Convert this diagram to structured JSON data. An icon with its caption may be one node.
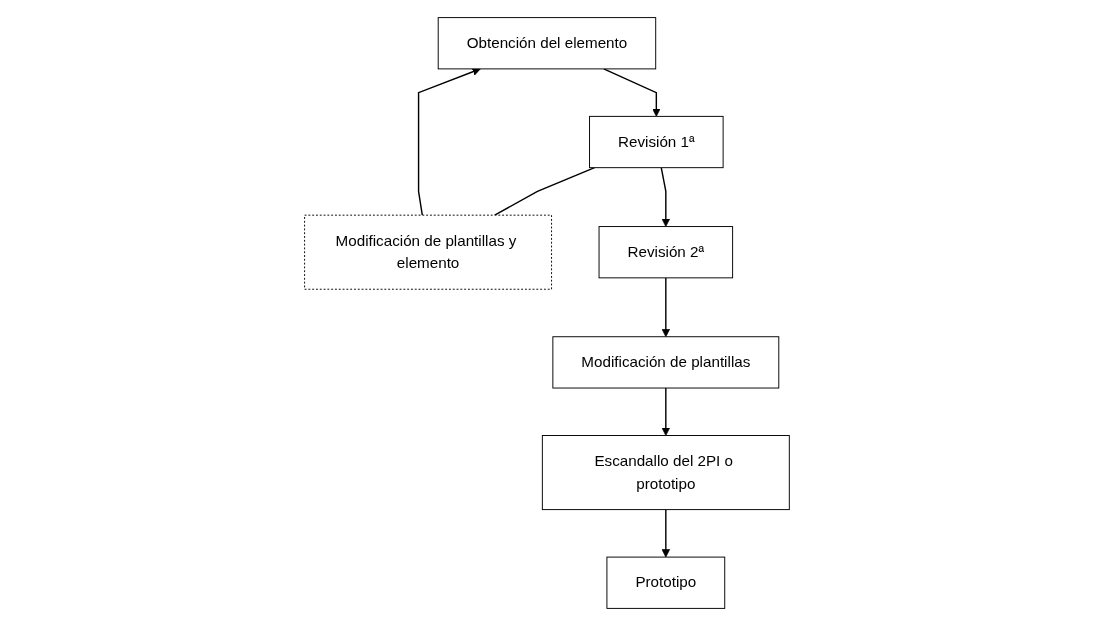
{
  "diagram": {
    "nodes": [
      {
        "text": [
          "Obtención del elemento"
        ]
      },
      {
        "text": [
          "Modificación de plantillas y elemento"
        ]
      },
      {
        "text": [
          "Revisión 1ª"
        ]
      },
      {
        "text": [
          "Revisión 2ª"
        ]
      },
      {
        "text": [
          "Modificación de plantillas"
        ]
      },
      {
        "text": [
          "Escandallo del 2PI o prototipo"
        ]
      },
      {
        "text": [
          "Prototipo"
        ]
      }
    ],
    "edges": [
      {
        "from": 0,
        "to": 2,
        "arrow": "to"
      },
      {
        "from": 2,
        "to": 1,
        "arrow": "none"
      },
      {
        "from": 1,
        "to": 0,
        "arrow": "to"
      },
      {
        "from": 2,
        "to": 3,
        "arrow": "to"
      },
      {
        "from": 3,
        "to": 4,
        "arrow": "to"
      },
      {
        "from": 4,
        "to": 5,
        "arrow": "to"
      },
      {
        "from": 5,
        "to": 6,
        "arrow": "to"
      }
    ]
  }
}
